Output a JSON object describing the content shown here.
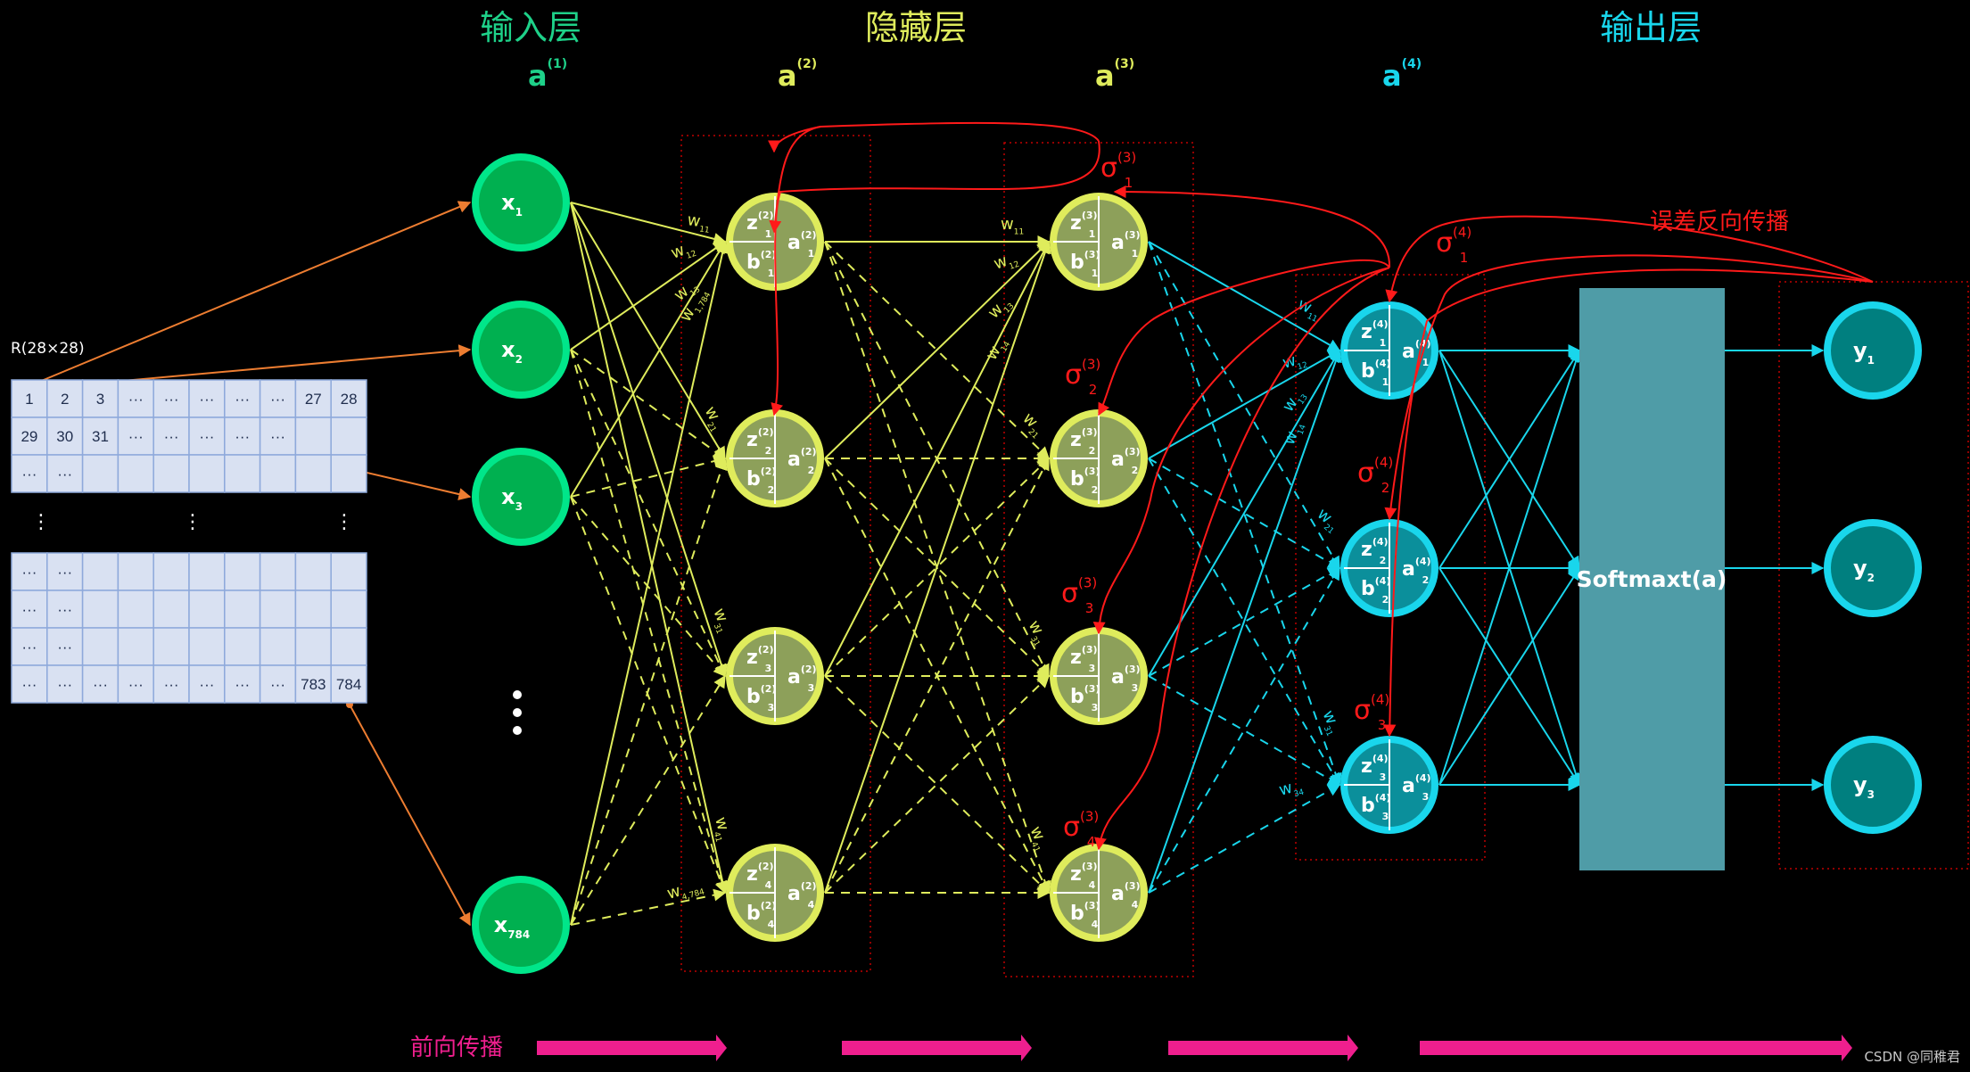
{
  "titles": {
    "input_layer": "输入层",
    "hidden_layer": "隐藏层",
    "output_layer": "输出层",
    "forward": "前向传播",
    "backward": "误差反向传播",
    "watermark": "CSDN @同稚君"
  },
  "matrix": {
    "caption": "R(28×28)",
    "top_rows": [
      [
        "1",
        "2",
        "3",
        "···",
        "···",
        "···",
        "···",
        "···",
        "27",
        "28"
      ],
      [
        "29",
        "30",
        "31",
        "···",
        "···",
        "···",
        "···",
        "···",
        "",
        ""
      ],
      [
        "···",
        "···",
        "",
        "",
        "",
        "",
        "",
        "",
        "",
        ""
      ]
    ],
    "mid_dots": "⋮",
    "bottom_rows": [
      [
        "···",
        "···",
        "",
        "",
        "",
        "",
        "",
        "",
        "",
        ""
      ],
      [
        "···",
        "···",
        "",
        "",
        "",
        "",
        "",
        "",
        "",
        ""
      ],
      [
        "···",
        "···",
        "",
        "",
        "",
        "",
        "",
        "",
        "",
        ""
      ],
      [
        "···",
        "···",
        "···",
        "···",
        "···",
        "···",
        "···",
        "···",
        "783",
        "784"
      ]
    ]
  },
  "layers": [
    {
      "label": "a",
      "sup": "(1)",
      "color": "#1ed189"
    },
    {
      "label": "a",
      "sup": "(2)",
      "color": "#dfec5c"
    },
    {
      "label": "a",
      "sup": "(3)",
      "color": "#dfec5c"
    },
    {
      "label": "a",
      "sup": "(4)",
      "color": "#19d6ec"
    }
  ],
  "input_nodes": [
    {
      "main": "x",
      "sub": "1"
    },
    {
      "main": "x",
      "sub": "2"
    },
    {
      "main": "x",
      "sub": "3"
    },
    {
      "main": "x",
      "sub": "784"
    }
  ],
  "hidden2_nodes": [
    {
      "z": "z",
      "b": "b",
      "a": "a",
      "i": "1",
      "sup": "(2)"
    },
    {
      "z": "z",
      "b": "b",
      "a": "a",
      "i": "2",
      "sup": "(2)"
    },
    {
      "z": "z",
      "b": "b",
      "a": "a",
      "i": "3",
      "sup": "(2)"
    },
    {
      "z": "z",
      "b": "b",
      "a": "a",
      "i": "4",
      "sup": "(2)"
    }
  ],
  "hidden3_nodes": [
    {
      "z": "z",
      "b": "b",
      "a": "a",
      "i": "1",
      "sup": "(3)"
    },
    {
      "z": "z",
      "b": "b",
      "a": "a",
      "i": "2",
      "sup": "(3)"
    },
    {
      "z": "z",
      "b": "b",
      "a": "a",
      "i": "3",
      "sup": "(3)"
    },
    {
      "z": "z",
      "b": "b",
      "a": "a",
      "i": "4",
      "sup": "(3)"
    }
  ],
  "layer4_nodes": [
    {
      "z": "z",
      "b": "b",
      "a": "a",
      "i": "1",
      "sup": "(4)"
    },
    {
      "z": "z",
      "b": "b",
      "a": "a",
      "i": "2",
      "sup": "(4)"
    },
    {
      "z": "z",
      "b": "b",
      "a": "a",
      "i": "3",
      "sup": "(4)"
    }
  ],
  "output_nodes": [
    {
      "main": "y",
      "sub": "1"
    },
    {
      "main": "y",
      "sub": "2"
    },
    {
      "main": "y",
      "sub": "3"
    }
  ],
  "softmax": "Softmaxt(a)",
  "weights_l1": [
    {
      "main": "w",
      "sub": "11"
    },
    {
      "main": "w",
      "sub": "12"
    },
    {
      "main": "w",
      "sub": "13"
    },
    {
      "main": "w",
      "sub": "1,784"
    },
    {
      "main": "w",
      "sub": "21"
    },
    {
      "main": "w",
      "sub": "31"
    },
    {
      "main": "w",
      "sub": "41"
    },
    {
      "main": "w",
      "sub": "4,784"
    }
  ],
  "weights_l2": [
    {
      "main": "w",
      "sub": "11"
    },
    {
      "main": "w",
      "sub": "12"
    },
    {
      "main": "w",
      "sub": "13"
    },
    {
      "main": "w",
      "sub": "14"
    },
    {
      "main": "w",
      "sub": "21"
    },
    {
      "main": "w",
      "sub": "31"
    },
    {
      "main": "w",
      "sub": "41"
    }
  ],
  "weights_l3": [
    {
      "main": "w",
      "sub": "11"
    },
    {
      "main": "w",
      "sub": "12"
    },
    {
      "main": "w",
      "sub": "13"
    },
    {
      "main": "w",
      "sub": "14"
    },
    {
      "main": "w",
      "sub": "21"
    },
    {
      "main": "w",
      "sub": "31"
    },
    {
      "main": "w",
      "sub": "34"
    }
  ],
  "sigmas": [
    {
      "main": "σ",
      "sub": "1",
      "sup": "(3)"
    },
    {
      "main": "σ",
      "sub": "2",
      "sup": "(3)"
    },
    {
      "main": "σ",
      "sub": "3",
      "sup": "(3)"
    },
    {
      "main": "σ",
      "sub": "4",
      "sup": "(3)"
    },
    {
      "main": "σ",
      "sub": "1",
      "sup": "(4)"
    },
    {
      "main": "σ",
      "sub": "2",
      "sup": "(4)"
    },
    {
      "main": "σ",
      "sub": "3",
      "sup": "(4)"
    }
  ],
  "colors": {
    "input_fill": "#00b050",
    "input_ring": "#00e68a",
    "hidden_fill": "#8da05a",
    "hidden_ring": "#dfec5c",
    "l4_fill": "#0b8f9b",
    "l4_ring": "#19d6ec",
    "out_fill": "#007f7f",
    "softmax_fill": "#4f9ca7",
    "orange": "#ed7d31",
    "red": "#ff1a1a",
    "magenta": "#ef1f8e",
    "matrix_fill": "#d9e1f2",
    "matrix_line": "#8ea9db"
  }
}
